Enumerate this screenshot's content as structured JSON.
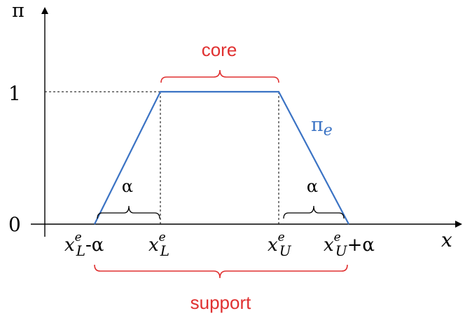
{
  "axes": {
    "y_label": "π",
    "x_label": "x",
    "y_ticks": {
      "one": "1",
      "zero": "0"
    }
  },
  "curve": {
    "label_base": "π",
    "label_sub": "e",
    "color": "#3b73c4"
  },
  "braces": {
    "core_label": "core",
    "support_label": "support",
    "alpha_left_label": "α",
    "alpha_right_label": "α",
    "highlight_color": "#e03030"
  },
  "x_ticks": {
    "xl_minus_alpha": {
      "base": "x",
      "sup": "e",
      "sub": "L",
      "suffix": "-α"
    },
    "xl": {
      "base": "x",
      "sup": "e",
      "sub": "L"
    },
    "xu": {
      "base": "x",
      "sup": "e",
      "sub": "U"
    },
    "xu_plus_alpha": {
      "base": "x",
      "sup": "e",
      "sub": "U",
      "suffix": "+α"
    }
  }
}
